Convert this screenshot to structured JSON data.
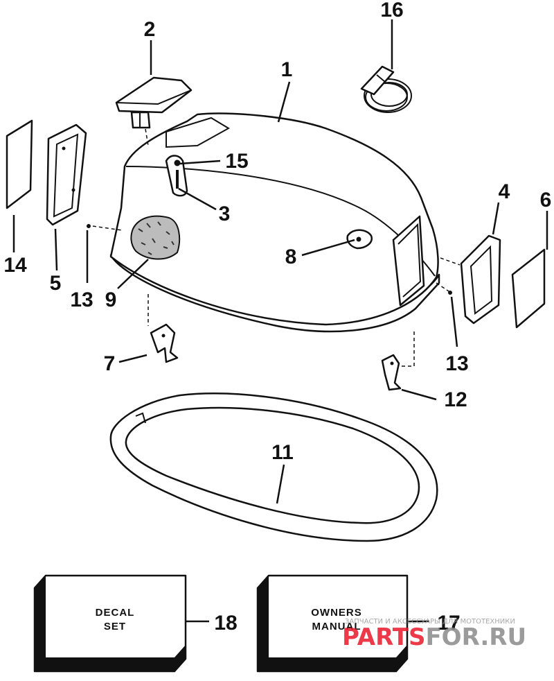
{
  "callouts": {
    "c1": "1",
    "c2": "2",
    "c3": "3",
    "c4": "4",
    "c5": "5",
    "c6": "6",
    "c7": "7",
    "c8": "8",
    "c9": "9",
    "c11": "11",
    "c12": "12",
    "c13a": "13",
    "c13b": "13",
    "c14": "14",
    "c15": "15",
    "c16": "16",
    "c17": "17",
    "c18": "18"
  },
  "boxes": {
    "decal": {
      "line1": "DECAL",
      "line2": "SET"
    },
    "manual": {
      "line1": "OWNERS",
      "line2": "MANUAL"
    }
  },
  "watermark": {
    "tagline": "ЗАПЧАСТИ И АКСЕССУАРЫ ДЛЯ МОТОТЕХНИКИ",
    "brand_red": "PARTS",
    "brand_gray": "FOR.RU",
    "red_color": "#e8192c",
    "gray_color": "#8a8a8a"
  }
}
